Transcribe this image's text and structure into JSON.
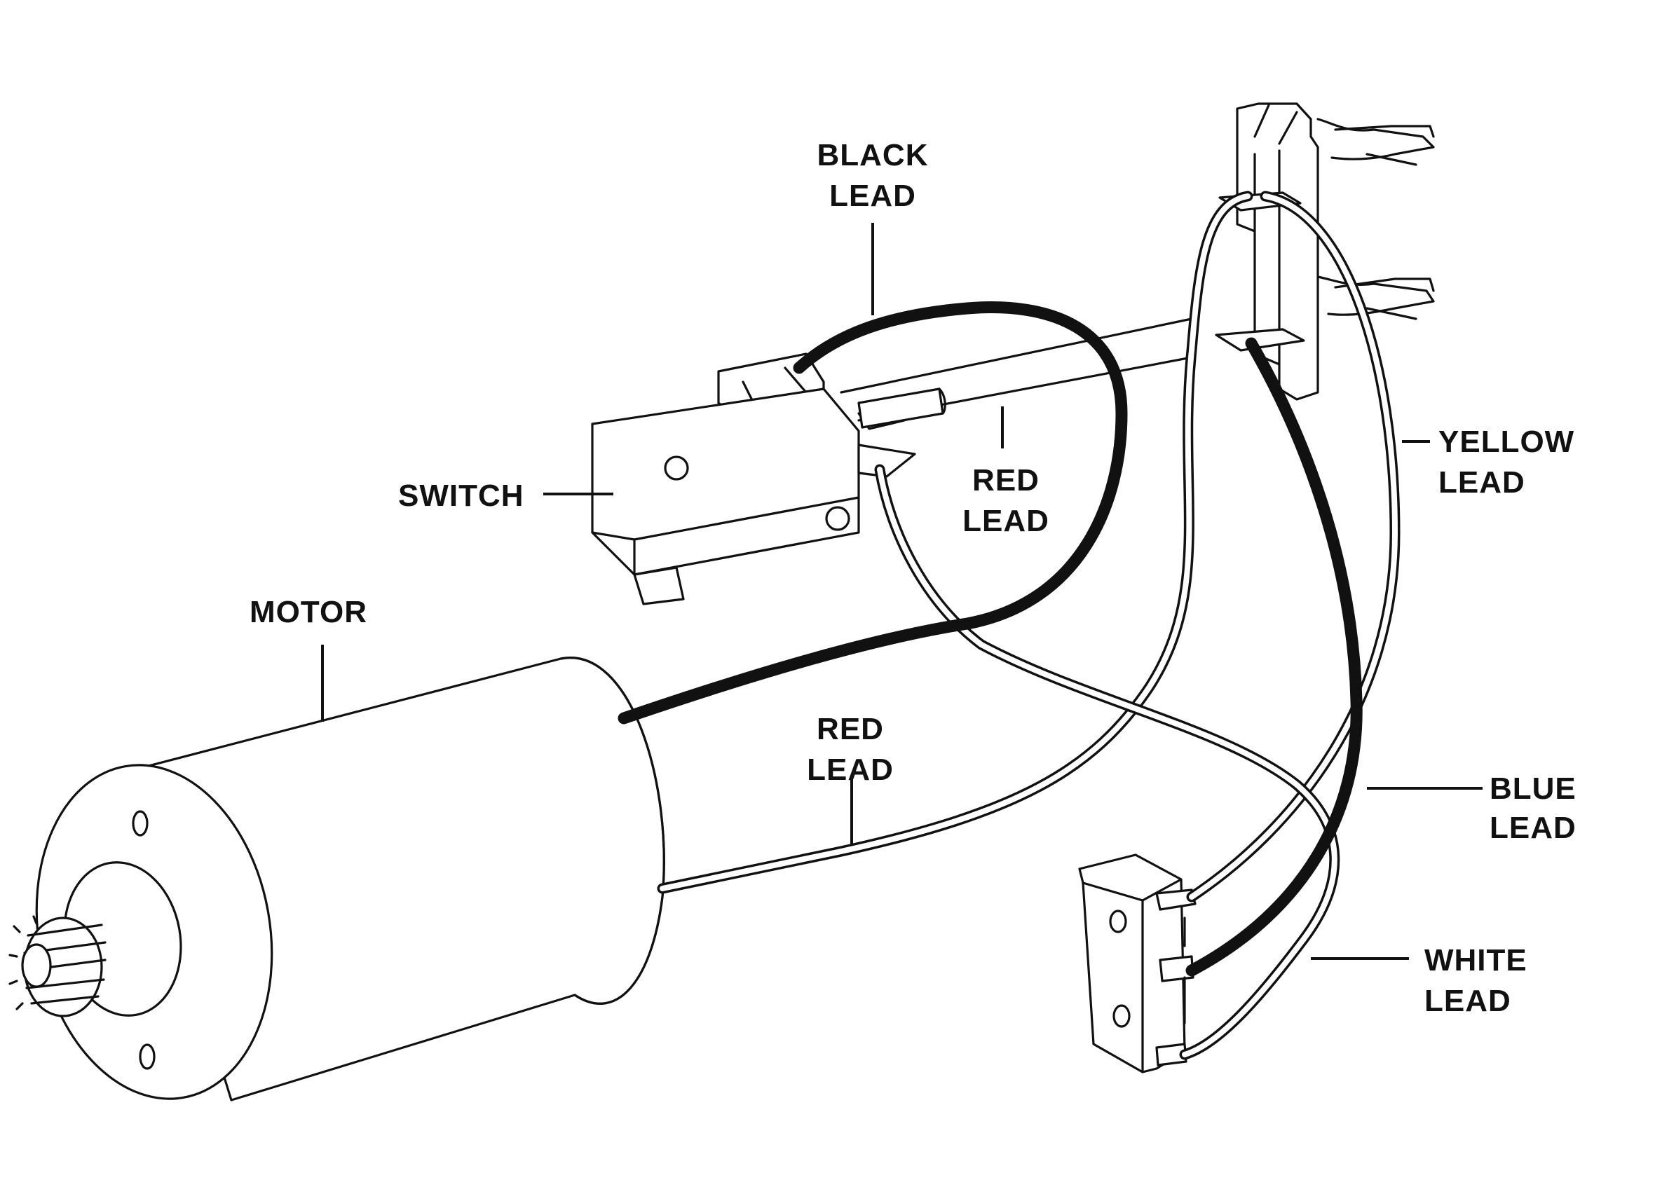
{
  "labels": {
    "black_lead_1": "BLACK",
    "black_lead_2": "LEAD",
    "switch": "SWITCH",
    "red_lead_top_1": "RED",
    "red_lead_top_2": "LEAD",
    "motor": "MOTOR",
    "red_lead_bottom_1": "RED",
    "red_lead_bottom_2": "LEAD",
    "yellow_lead_1": "YELLOW",
    "yellow_lead_2": "LEAD",
    "blue_lead_1": "BLUE",
    "blue_lead_2": "LEAD",
    "white_lead_1": "WHITE",
    "white_lead_2": "LEAD"
  }
}
